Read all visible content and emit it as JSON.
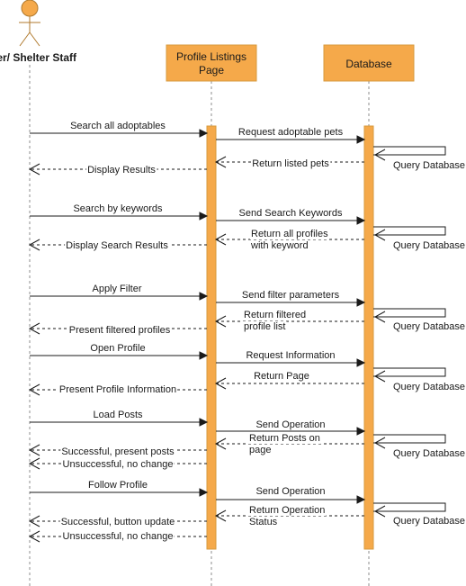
{
  "participants": {
    "actor": "User/ Shelter Staff",
    "profile_page": [
      "Profile Listings",
      "Page"
    ],
    "database": "Database"
  },
  "colors": {
    "participant_fill": "#f5a94a",
    "participant_stroke": "#d79a3e",
    "line": "#1a1a1a",
    "lifeline": "#8c8c8c"
  },
  "messages": [
    {
      "id": "m1",
      "from": "actor",
      "to": "profile",
      "type": "sync",
      "lines": [
        "Search all adoptables"
      ]
    },
    {
      "id": "m2",
      "from": "profile",
      "to": "db",
      "type": "sync",
      "lines": [
        "Request adoptable pets"
      ]
    },
    {
      "id": "m3",
      "from": "db",
      "to": "db",
      "type": "self",
      "lines": [
        "Query Database"
      ]
    },
    {
      "id": "m4",
      "from": "db",
      "to": "profile",
      "type": "return",
      "lines": [
        "Return listed pets"
      ]
    },
    {
      "id": "m5",
      "from": "profile",
      "to": "actor",
      "type": "return",
      "lines": [
        "Display Results"
      ]
    },
    {
      "id": "m6",
      "from": "actor",
      "to": "profile",
      "type": "sync",
      "lines": [
        "Search by keywords"
      ]
    },
    {
      "id": "m7",
      "from": "profile",
      "to": "db",
      "type": "sync",
      "lines": [
        "Send Search Keywords"
      ]
    },
    {
      "id": "m8",
      "from": "db",
      "to": "db",
      "type": "self",
      "lines": [
        "Query Database"
      ]
    },
    {
      "id": "m9",
      "from": "db",
      "to": "profile",
      "type": "return",
      "lines": [
        "Return all profiles",
        "with keyword"
      ]
    },
    {
      "id": "m10",
      "from": "profile",
      "to": "actor",
      "type": "return",
      "lines": [
        "Display Search Results"
      ]
    },
    {
      "id": "m11",
      "from": "actor",
      "to": "profile",
      "type": "sync",
      "lines": [
        "Apply Filter"
      ]
    },
    {
      "id": "m12",
      "from": "profile",
      "to": "db",
      "type": "sync",
      "lines": [
        "Send filter parameters"
      ]
    },
    {
      "id": "m13",
      "from": "db",
      "to": "db",
      "type": "self",
      "lines": [
        "Query Database"
      ]
    },
    {
      "id": "m14",
      "from": "db",
      "to": "profile",
      "type": "return",
      "lines": [
        "Return filtered",
        "profile list"
      ]
    },
    {
      "id": "m15",
      "from": "profile",
      "to": "actor",
      "type": "return",
      "lines": [
        "Present filtered profiles"
      ]
    },
    {
      "id": "m16",
      "from": "actor",
      "to": "profile",
      "type": "sync",
      "lines": [
        "Open Profile"
      ]
    },
    {
      "id": "m17",
      "from": "profile",
      "to": "db",
      "type": "sync",
      "lines": [
        "Request Information"
      ]
    },
    {
      "id": "m18",
      "from": "db",
      "to": "db",
      "type": "self",
      "lines": [
        "Query Database"
      ]
    },
    {
      "id": "m19",
      "from": "db",
      "to": "profile",
      "type": "return",
      "lines": [
        "Return Page"
      ]
    },
    {
      "id": "m20",
      "from": "profile",
      "to": "actor",
      "type": "return",
      "lines": [
        "Present Profile Information"
      ]
    },
    {
      "id": "m21",
      "from": "actor",
      "to": "profile",
      "type": "sync",
      "lines": [
        "Load Posts"
      ]
    },
    {
      "id": "m22",
      "from": "profile",
      "to": "db",
      "type": "sync",
      "lines": [
        "Send Operation"
      ]
    },
    {
      "id": "m23",
      "from": "db",
      "to": "db",
      "type": "self",
      "lines": [
        "Query Database"
      ]
    },
    {
      "id": "m24",
      "from": "db",
      "to": "profile",
      "type": "return",
      "lines": [
        "Return Posts on",
        "page"
      ]
    },
    {
      "id": "m25",
      "from": "profile",
      "to": "actor",
      "type": "return",
      "lines": [
        "Successful, present posts"
      ]
    },
    {
      "id": "m26",
      "from": "profile",
      "to": "actor",
      "type": "return",
      "lines": [
        "Unsuccessful, no change"
      ]
    },
    {
      "id": "m27",
      "from": "actor",
      "to": "profile",
      "type": "sync",
      "lines": [
        "Follow Profile"
      ]
    },
    {
      "id": "m28",
      "from": "profile",
      "to": "db",
      "type": "sync",
      "lines": [
        "Send Operation"
      ]
    },
    {
      "id": "m29",
      "from": "db",
      "to": "db",
      "type": "self",
      "lines": [
        "Query Database"
      ]
    },
    {
      "id": "m30",
      "from": "db",
      "to": "profile",
      "type": "return",
      "lines": [
        "Return Operation",
        "Status"
      ]
    },
    {
      "id": "m31",
      "from": "profile",
      "to": "actor",
      "type": "return",
      "lines": [
        "Successful, button update"
      ]
    },
    {
      "id": "m32",
      "from": "profile",
      "to": "actor",
      "type": "return",
      "lines": [
        "Unsuccessful, no change"
      ]
    }
  ]
}
